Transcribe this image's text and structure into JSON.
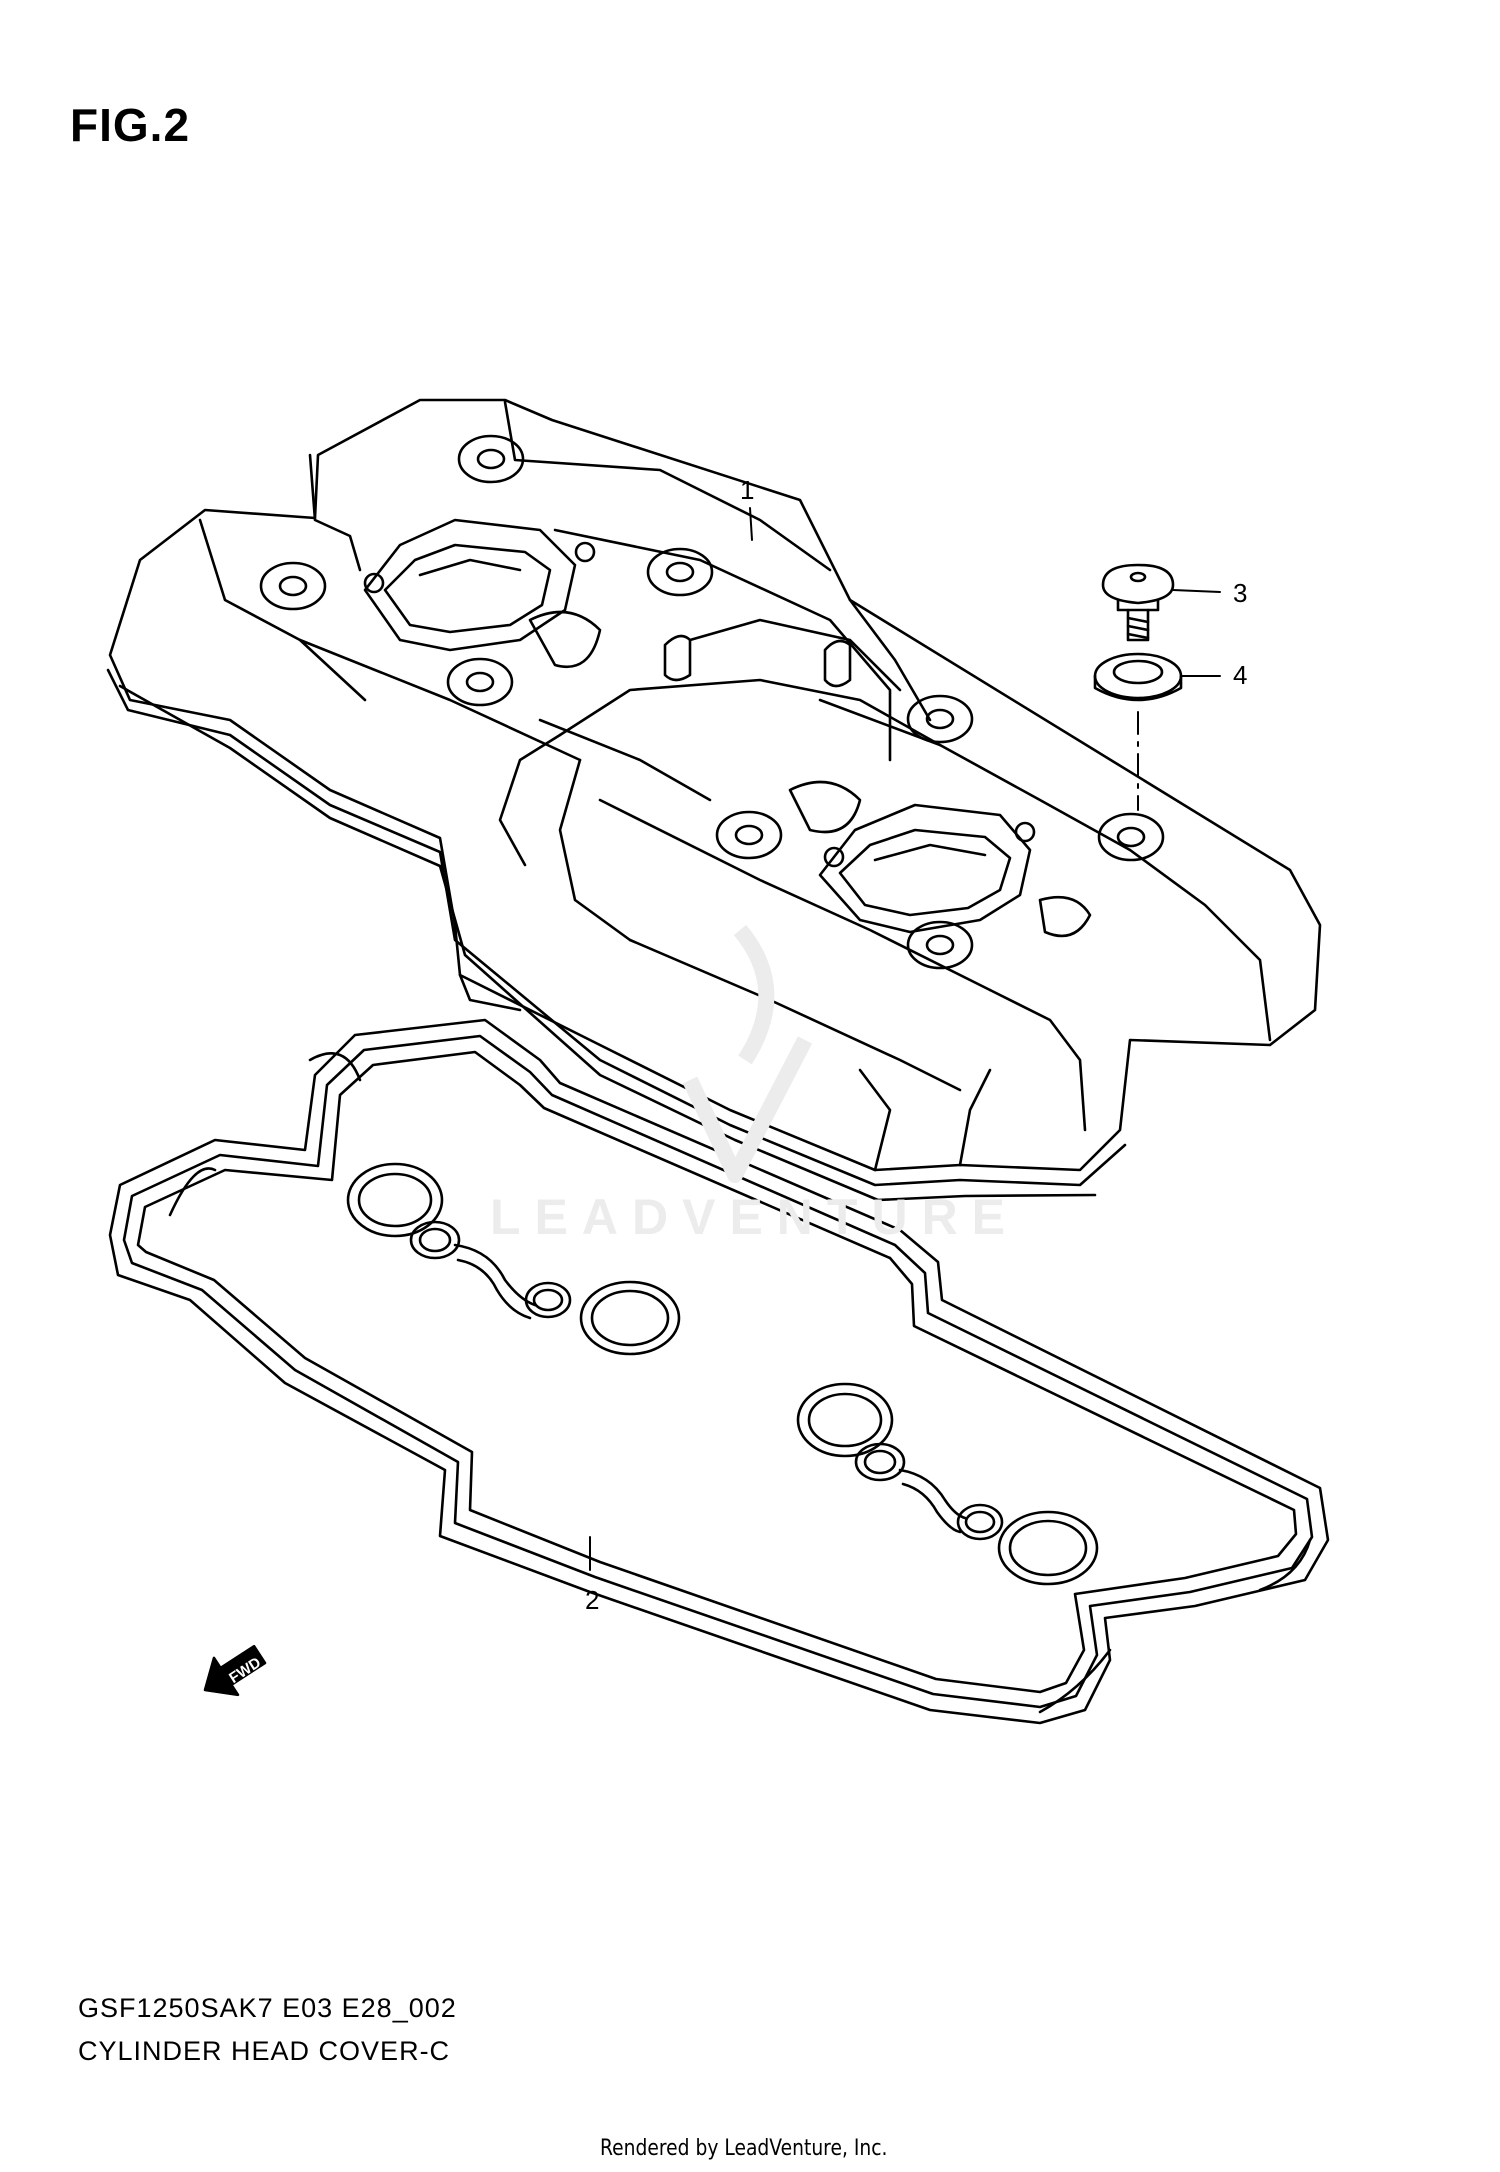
{
  "figure": {
    "title": "FIG.2",
    "model_code": "GSF1250SAK7 E03 E28_002",
    "assembly_name": "CYLINDER HEAD COVER-C"
  },
  "callouts": [
    {
      "ref": "1",
      "part": "cylinder-head-cover"
    },
    {
      "ref": "2",
      "part": "cover-gasket"
    },
    {
      "ref": "3",
      "part": "cover-bolt"
    },
    {
      "ref": "4",
      "part": "bolt-seal-washer"
    }
  ],
  "direction_indicator": {
    "label": "FWD",
    "icon": "forward-arrow-icon"
  },
  "watermark": {
    "text": "LEADVENTURE",
    "icon": "leadventure-logo-icon"
  },
  "footer": {
    "text": "Rendered by LeadVenture, Inc."
  },
  "colors": {
    "line": "#000000",
    "watermark": "#ececec",
    "background": "#ffffff"
  }
}
